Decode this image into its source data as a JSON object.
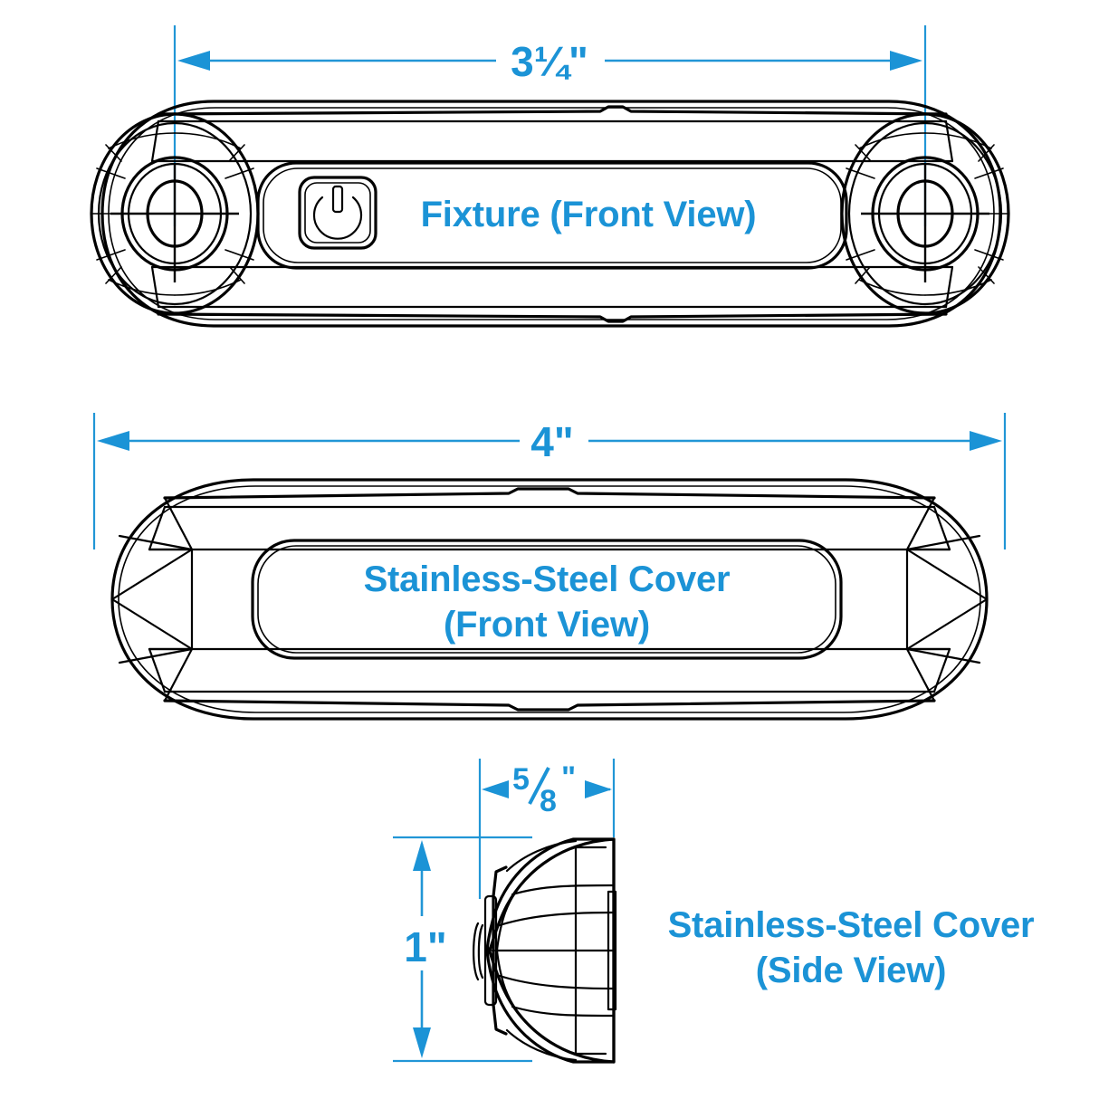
{
  "drawing": {
    "type": "technical-dimension-drawing",
    "subject": "LED fixture with stainless-steel cover",
    "units": "inches",
    "background_color": "#ffffff",
    "line_color": "#000000",
    "accent_color": "#1b93d6"
  },
  "views": [
    {
      "id": "fixture-front",
      "label": "Fixture (Front View)",
      "dimension_label": "3¼\"",
      "dimension_value": 3.25,
      "dimension_axis": "width",
      "features": [
        "power-button",
        "left-mounting-hole",
        "right-mounting-hole"
      ]
    },
    {
      "id": "cover-front",
      "label_line1": "Stainless-Steel Cover",
      "label_line2": "(Front View)",
      "dimension_label": "4\"",
      "dimension_value": 4.0,
      "dimension_axis": "width"
    },
    {
      "id": "cover-side",
      "label_line1": "Stainless-Steel Cover",
      "label_line2": "(Side View)",
      "dimension_width_label": "5⁄8\"",
      "dimension_width_numerator": "5",
      "dimension_width_denominator": "8",
      "dimension_width_unit": "\"",
      "dimension_width_value": 0.625,
      "dimension_height_label": "1\"",
      "dimension_height_value": 1.0
    }
  ],
  "dimensions": {
    "fixture_width": "3¼\"",
    "cover_width": "4\"",
    "cover_depth_numerator": "5",
    "cover_depth_denominator": "8",
    "cover_depth_unit": "\"",
    "cover_height": "1\""
  },
  "labels": {
    "fixture_front": "Fixture (Front View)",
    "cover_front_line1": "Stainless-Steel Cover",
    "cover_front_line2": "(Front View)",
    "cover_side_line1": "Stainless-Steel Cover",
    "cover_side_line2": "(Side View)"
  },
  "icons": {
    "power_button": "power-icon"
  }
}
